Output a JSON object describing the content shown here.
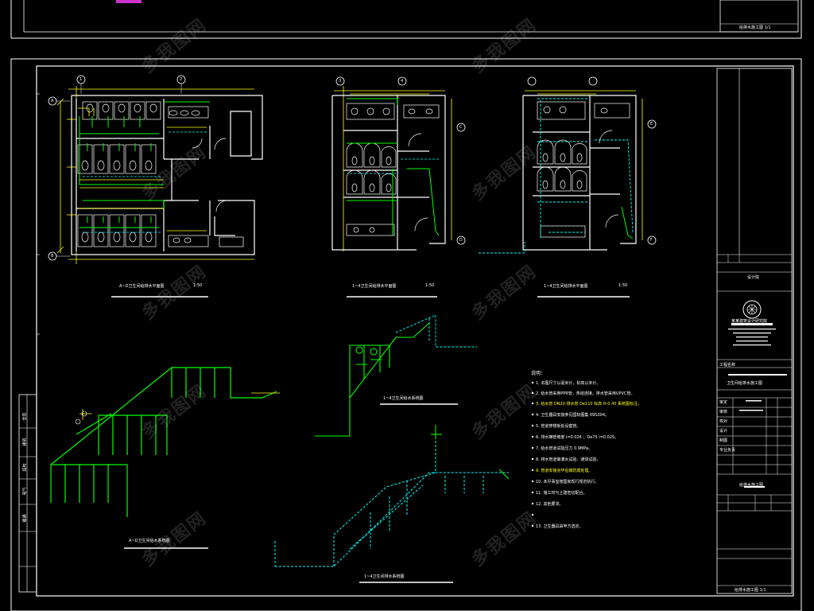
{
  "top_sheet": {
    "footer_text": "给排水施工图 1/1",
    "accent_color": "#cc33cc"
  },
  "plans": [
    {
      "id": "plan-1",
      "title": "A~D卫生间给排水平面图",
      "scale": "1:50"
    },
    {
      "id": "plan-2",
      "title": "1~4卫生间给排水平面图",
      "scale": "1:50"
    },
    {
      "id": "plan-3",
      "title": "1~4卫生间给排水平面图",
      "scale": "1:50"
    }
  ],
  "axis_bubbles": [
    "1",
    "2",
    "3",
    "4",
    "A",
    "B",
    "C",
    "D",
    "E",
    "F"
  ],
  "systems": [
    {
      "id": "sys-1",
      "title": "A~D卫生间给水系统图"
    },
    {
      "id": "sys-2",
      "title": "1~4卫生间给水系统图"
    },
    {
      "id": "sys-3",
      "title": "1~4卫生间排水系统图"
    }
  ],
  "notes": {
    "heading": "说明：",
    "lines": [
      "1. 本图尺寸以毫米计，标高以米计。",
      "2. 给水管采用PPR管，热熔连接，排水管采用UPVC管。",
      "3. 给水管 DN20  排水管 De110  标高 H-0.45 系统图标注。",
      "4. 卫生器具安装参见国标图集 09S304。",
      "5. 管道穿楼板处设套管。",
      "6. 排水横管坡度 i=0.026 ；De75 i=0.025。",
      "7. 给水管道试验压力 0.9MPa。",
      "8. 排水管道做灌水试验、通球试验。",
      "9. 管道安装完毕后做防腐处理。",
      "10. 未尽事宜按国家现行规范执行。",
      "11. 施工时与土建密切配合。",
      "12. 其他要求。",
      "13. 卫生器具由甲方选定。"
    ]
  },
  "title_block": {
    "logo_text": "设计院",
    "institute_name": "某某建筑设计研究院",
    "project_label": "工程名称",
    "drawing_title": "卫生间给排水施工图",
    "sheet_label": "给排水施工图",
    "rows": [
      "审定",
      "审核",
      "校对",
      "设计",
      "制图",
      "专业负责"
    ],
    "bottom_text": "给排水施工图 1/1"
  },
  "left_strip": {
    "labels": [
      "会签",
      "建筑",
      "结构",
      "电气",
      "暖通"
    ]
  },
  "watermark_text": "多我图网",
  "colors": {
    "frame": "#ffffff",
    "pipe_green": "#00ff00",
    "pipe_cyan": "#00ffff",
    "dim_yellow": "#ffff00",
    "wall": "#ffffff",
    "background": "#000000"
  }
}
